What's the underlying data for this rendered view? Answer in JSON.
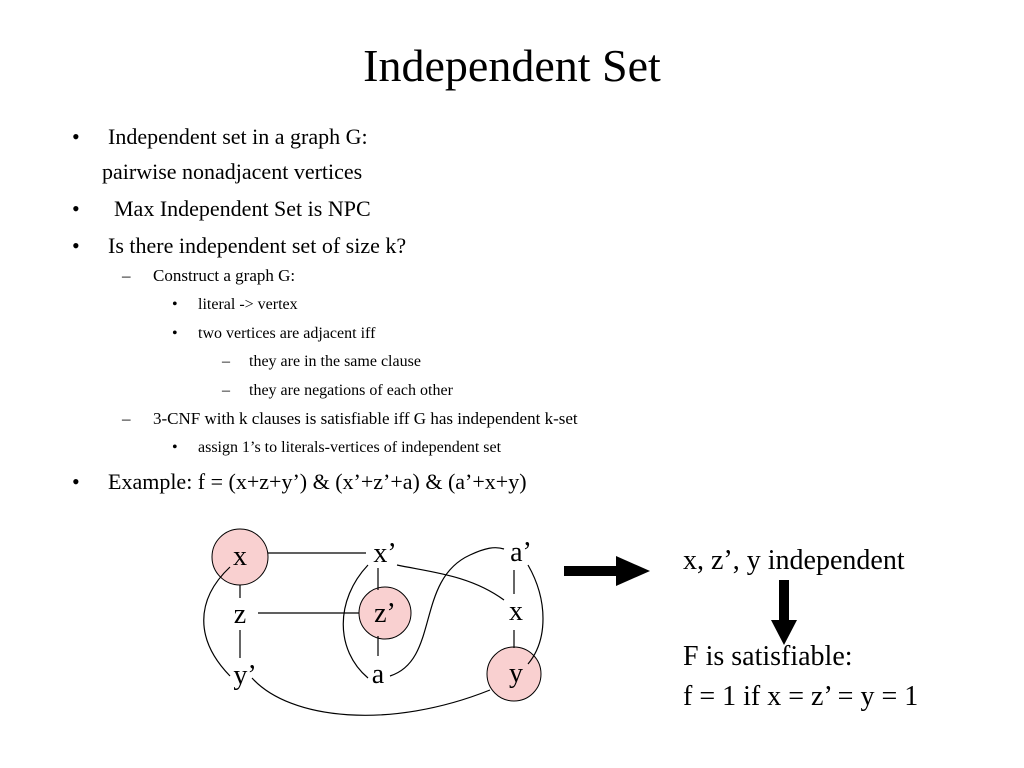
{
  "slide": {
    "title": "Independent Set",
    "bullets": {
      "b1": "Independent set in a graph G:",
      "b1_cont": "pairwise nonadjacent vertices",
      "b2": "Max Independent Set is NPC",
      "b3": "Is there independent set of size k?",
      "b3_1": "Construct a graph G:",
      "b3_1_1": "literal -> vertex",
      "b3_1_2": "two vertices are adjacent iff",
      "b3_1_2_1": "they are in the same clause",
      "b3_1_2_2": "they are negations of each other",
      "b3_2": "3-CNF with k clauses is satisfiable iff G has independent k-set",
      "b3_2_1": "assign 1’s to literals-vertices of independent set",
      "b4": "Example: f = (x+z+y’) & (x’+z’+a) & (a’+x+y)"
    },
    "markers": {
      "dot": "•",
      "dash": "–"
    },
    "graph": {
      "c1": {
        "top": "x",
        "mid": "z",
        "bot": "y’"
      },
      "c2": {
        "top": "x’",
        "mid": "z’",
        "bot": "a"
      },
      "c3": {
        "top": "a’",
        "mid": "x",
        "bot": "y"
      },
      "highlight_color": "#f9d0d0"
    },
    "result": {
      "line1": "x, z’, y independent",
      "line2": "F is satisfiable:",
      "line3": "f = 1 if x = z’ = y = 1"
    }
  }
}
